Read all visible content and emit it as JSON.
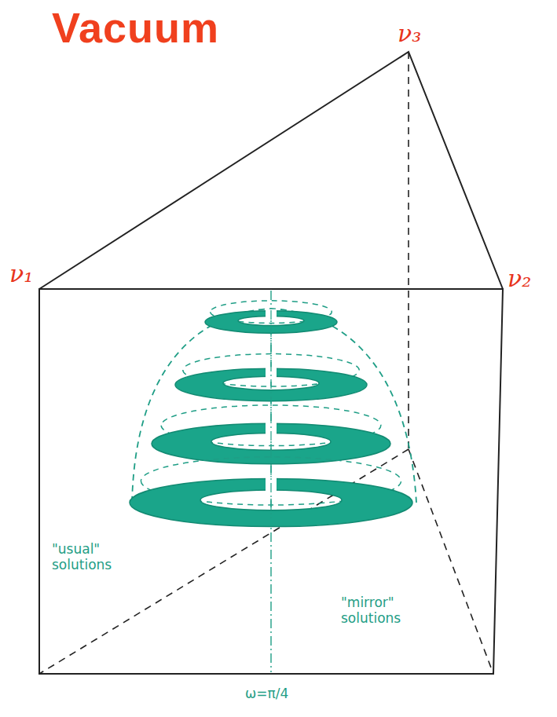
{
  "diagram": {
    "title": "Vacuum",
    "labels": [
      "ν₃",
      "ν₁",
      "ν₂",
      "\"usual\" solutions",
      "\"mirror\" solutions",
      "ω=π/4"
    ]
  }
}
